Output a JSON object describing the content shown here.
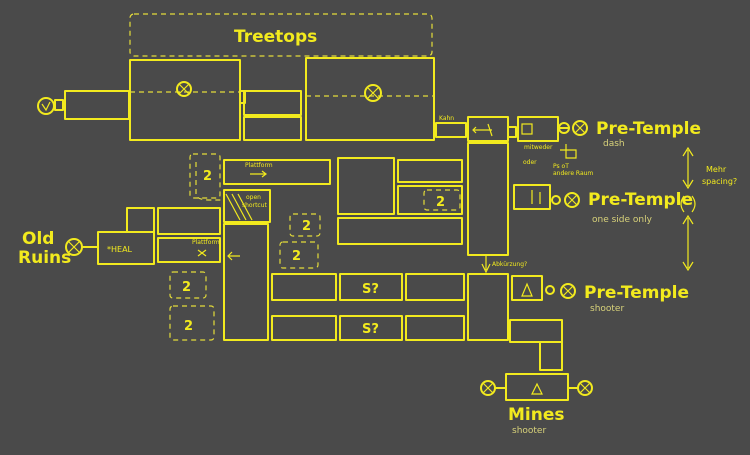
{
  "labels": {
    "treetops": "Treetops",
    "old_ruins_line1": "Old",
    "old_ruins_line2": "Ruins",
    "heal": "*HEAL",
    "kanne": "Kahn",
    "mini_bridge": "mitweder",
    "oder": "oder",
    "pilot": "Ps oT",
    "andere_raum": "andere Raum",
    "abkuerzung": "Abkürzung?",
    "plattform_top": "Plattform",
    "plattform_mid": "Plattform",
    "open_shortcut": "open shortcut",
    "mehr_spacing_1": "Mehr",
    "mehr_spacing_2": "spacing?",
    "mines": "Mines",
    "mines_sub": "shooter"
  },
  "question_marks": {
    "q1": "2",
    "q2": "2",
    "q3": "2",
    "q4": "2",
    "q5": "2",
    "q6": "2",
    "s1": "S?",
    "s2": "S?"
  },
  "exits": [
    {
      "name": "Pre-Temple",
      "sub": "dash"
    },
    {
      "name": "Pre-Temple",
      "sub": "one side only"
    },
    {
      "name": "Pre-Temple",
      "sub": "shooter"
    }
  ],
  "colors": {
    "background": "#4a4a4a",
    "ink": "#f2ea1e",
    "dashed": "#e4dc3a"
  }
}
